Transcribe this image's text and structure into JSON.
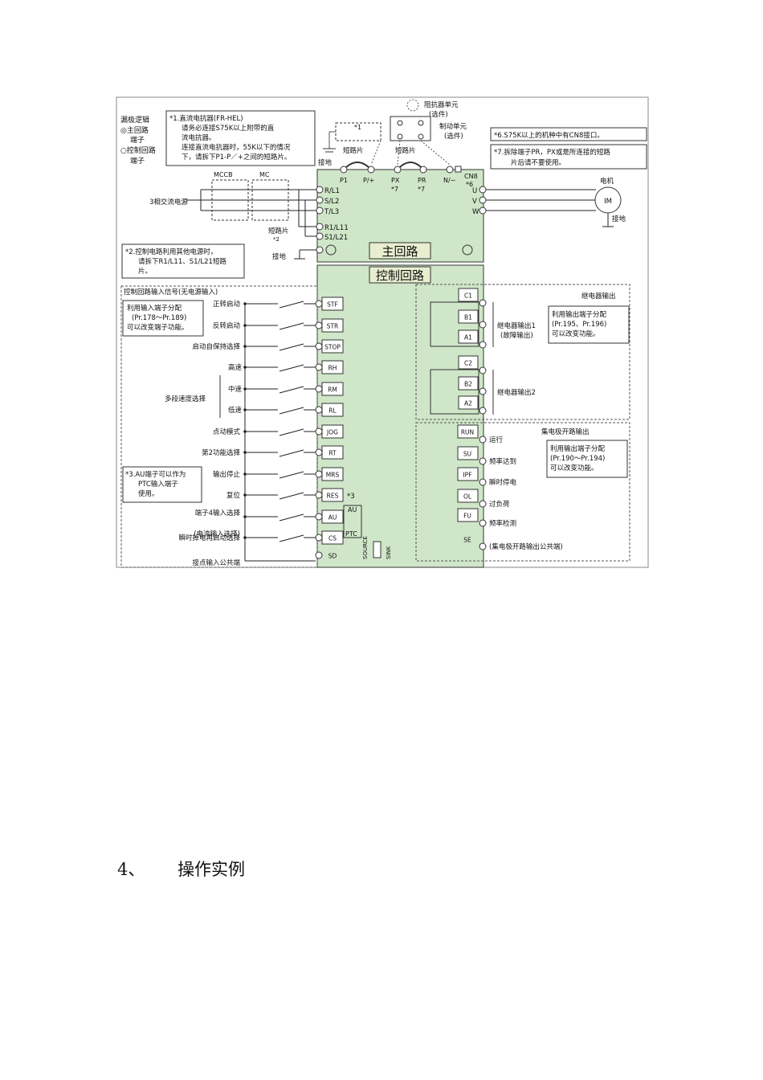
{
  "legend": {
    "title": "漏极逻辑",
    "main": "◎主回路",
    "main2": "端子",
    "ctrl": "○控制回路",
    "ctrl2": "端子"
  },
  "note1": [
    "*1.直流电抗器(FR-HEL)",
    "请务必连接S75K以上附带的直",
    "流电抗器。",
    "连接直流电抗器时，55K以下的情况",
    "下，请拆下P1-P／+之间的短路片。"
  ],
  "note2": [
    "*2.控制电路利用其他电源时，",
    "请拆下R1/L11、S1/L21短路",
    "片。"
  ],
  "note3": [
    "*3.AU端子可以作为",
    "PTC输入端子",
    "使用。"
  ],
  "note6": "*6.S75K以上的机种中有CN8接口。",
  "note7": [
    "*7.拆除端子PR，PX或是所连接的短路",
    "片后请不要使用。"
  ],
  "top": {
    "resistor": "阻抗器单元",
    "resistor2": "(选件)",
    "brake": "制动单元",
    "brake2": "(选件)",
    "star1": "*1",
    "short_a": "短路片",
    "short_b": "短路片",
    "ground": "接地"
  },
  "main_terms": {
    "p1": "P1",
    "p": "P/+",
    "px": "PX",
    "px_n": "*7",
    "pr": "PR",
    "pr_n": "*7",
    "n": "N/−",
    "cn8": "CN8",
    "cn8_n": "*6"
  },
  "power": {
    "mccb": "MCCB",
    "mc": "MC",
    "label": "3相交流电源",
    "r": "R/L1",
    "s": "S/L2",
    "t": "T/L3",
    "r1": "R1/L11",
    "s1": "S1/L21",
    "short": "短路片",
    "short_n": "*2",
    "ground": "接地"
  },
  "motor": {
    "label": "电机",
    "im": "IM",
    "u": "U",
    "v": "V",
    "w": "W",
    "ground": "接地"
  },
  "main_circuit": "主回路",
  "control_circuit": "控制回路",
  "inputs": {
    "title": "控制回路输入信号(无电源输入)",
    "assign": [
      "利用输入端子分配",
      "(Pr.178～Pr.189)",
      "可以改变端子功能。"
    ],
    "terms": [
      "STF",
      "STR",
      "STOP",
      "RH",
      "RM",
      "RL",
      "JOG",
      "RT",
      "MRS",
      "RES",
      "AU",
      "CS",
      "SD"
    ],
    "labels": [
      "正转启动",
      "反转启动",
      "启动自保持选择",
      "高速",
      "中速",
      "低速",
      "点动模式",
      "第2功能选择",
      "输出停止",
      "复位",
      "端子4输入选择",
      "瞬时掉电再启动选择",
      "接点输入公共端"
    ],
    "multi": "多段速度选择",
    "au_sub": "(电流输入选择)",
    "res_n": "*3",
    "au_sw": "AU",
    "ptc_sw": "PTC",
    "source": "SOURCE",
    "sink": "SINK"
  },
  "relay": {
    "title": "继电器输出",
    "terms": [
      "C1",
      "B1",
      "A1",
      "C2",
      "B2",
      "A2"
    ],
    "out1": "继电器输出1",
    "out1b": "(故障输出)",
    "out2": "继电器输出2",
    "assign": [
      "利用输出端子分配",
      "(Pr.195、Pr.196)",
      "可以改变功能。"
    ]
  },
  "collector": {
    "title": "集电极开路输出",
    "terms": [
      "RUN",
      "SU",
      "IPF",
      "OL",
      "FU",
      "SE"
    ],
    "labels": [
      "运行",
      "频率达到",
      "瞬时停电",
      "过负荷",
      "频率检测",
      "(集电极开路输出公共端)"
    ],
    "assign": [
      "利用输出端子分配",
      "(Pr.190～Pr.194)",
      "可以改变功能。"
    ]
  },
  "section": {
    "number": "4、",
    "title": "操作实例"
  },
  "colors": {
    "green": "#cfe6c8",
    "box": "#e8e8e8",
    "line": "#222222"
  }
}
